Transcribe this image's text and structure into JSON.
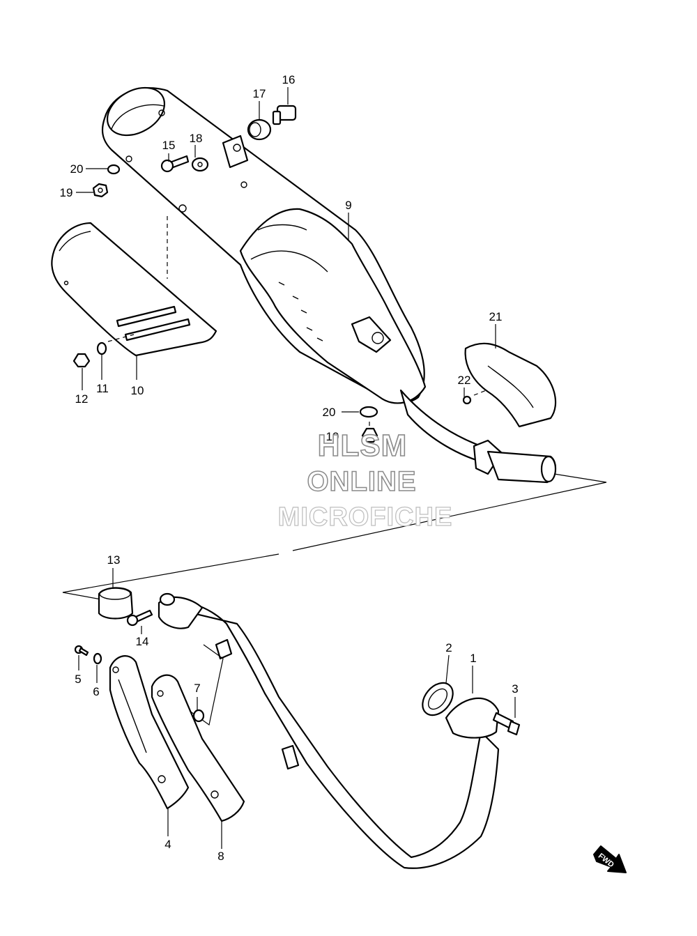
{
  "callouts": {
    "p1": "1",
    "p2": "2",
    "p3": "3",
    "p4": "4",
    "p5": "5",
    "p6": "6",
    "p7": "7",
    "p8": "8",
    "p9": "9",
    "p10": "10",
    "p11": "11",
    "p12": "12",
    "p13": "13",
    "p14": "14",
    "p15": "15",
    "p16": "16",
    "p17": "17",
    "p18": "18",
    "p19a": "19",
    "p19b": "19",
    "p20a": "20",
    "p20b": "20",
    "p21": "21",
    "p22": "22"
  },
  "watermark": {
    "line1": "HLSM",
    "line2": "ONLINE",
    "line3": "MICROFICHE"
  },
  "fwd_label": "FWD"
}
